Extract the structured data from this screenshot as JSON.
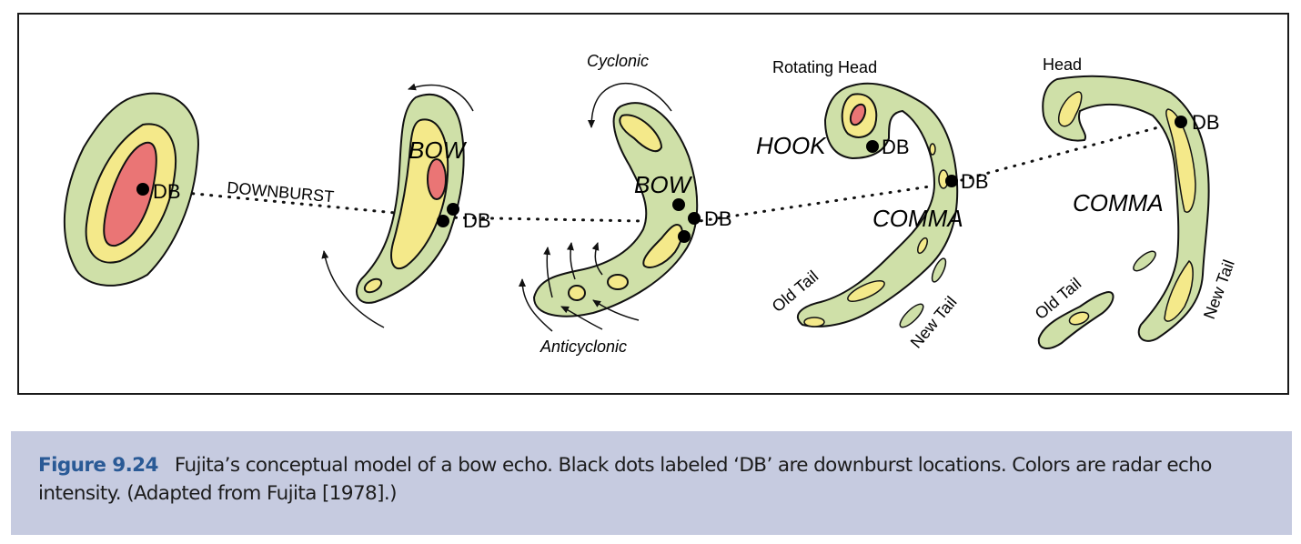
{
  "figure": {
    "labels": {
      "downburst": "DOWNBURST",
      "db": "DB",
      "bow": "BOW",
      "cyclonic": "Cyclonic",
      "anticyclonic": "Anticyclonic",
      "rotating_head": "Rotating Head",
      "hook": "HOOK",
      "comma": "COMMA",
      "old_tail": "Old Tail",
      "new_tail": "New Tail",
      "head": "Head"
    },
    "stages": [
      {
        "name": "tall-echo",
        "labels": [
          "DB",
          "DOWNBURST"
        ]
      },
      {
        "name": "bow-echo",
        "labels": [
          "BOW",
          "DB"
        ]
      },
      {
        "name": "bow-echo-rotating",
        "labels": [
          "Cyclonic",
          "BOW",
          "DB",
          "Anticyclonic"
        ]
      },
      {
        "name": "comma-echo",
        "labels": [
          "Rotating Head",
          "HOOK",
          "DB",
          "DB",
          "COMMA",
          "Old Tail",
          "New Tail"
        ]
      },
      {
        "name": "comma-echo-late",
        "labels": [
          "Head",
          "DB",
          "COMMA",
          "Old Tail",
          "New Tail"
        ]
      }
    ],
    "colors": {
      "weak": "#cfe0a8",
      "moderate": "#f4e98a",
      "strong": "#ea7575",
      "downburst_dot": "#000000"
    }
  },
  "caption": {
    "label": "Figure 9.24",
    "text": "Fujita’s conceptual model of a bow echo. Black dots labeled ‘DB’ are downburst locations. Colors are radar echo intensity. (Adapted from Fujita [1978].)"
  }
}
